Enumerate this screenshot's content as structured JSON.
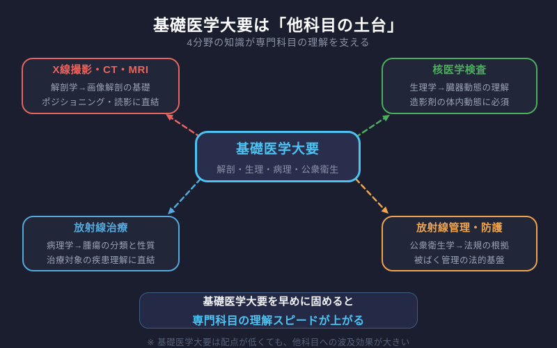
{
  "colors": {
    "background": "#1b1e2e",
    "node_fill": "#212639",
    "center_fill": "#2a2e4d",
    "summary_fill": "#242a46",
    "summary_border": "#3f5c82",
    "red": "#e8655f",
    "green": "#4caf5e",
    "cyan": "#4cc3f2",
    "blue": "#54aadd",
    "orange": "#f0a44e",
    "white": "#f4f6fa",
    "muted": "#9aa3b6",
    "dim": "#8b93a6",
    "footnote": "#566078"
  },
  "header": {
    "title": "基礎医学大要は「他科目の土台」",
    "subtitle": "4分野の知識が専門科目の理解を支える"
  },
  "center": {
    "title": "基礎医学大要",
    "subtitle": "解剖・生理・病理・公衆衛生"
  },
  "nodes": [
    {
      "id": "xray",
      "accent": "#e8655f",
      "title": "X線撮影・CT・MRI",
      "line1": "解剖学→画像解剖の基礎",
      "line2": "ポジショニング・読影に直結"
    },
    {
      "id": "nuclear",
      "accent": "#4caf5e",
      "title": "核医学検査",
      "line1": "生理学→臓器動態の理解",
      "line2": "造影剤の体内動態に必須"
    },
    {
      "id": "radiotherapy",
      "accent": "#54aadd",
      "title": "放射線治療",
      "line1": "病理学→腫瘍の分類と性質",
      "line2": "治療対象の疾患理解に直結"
    },
    {
      "id": "protection",
      "accent": "#f0a44e",
      "title": "放射線管理・防護",
      "line1": "公衆衛生学→法規の根拠",
      "line2": "被ばく管理の法的基盤"
    }
  ],
  "summary": {
    "line1": "基礎医学大要を早めに固めると",
    "line2": "専門科目の理解スピードが上がる"
  },
  "footnote": "※ 基礎医学大要は配点が低くても、他科目への波及効果が大きい"
}
